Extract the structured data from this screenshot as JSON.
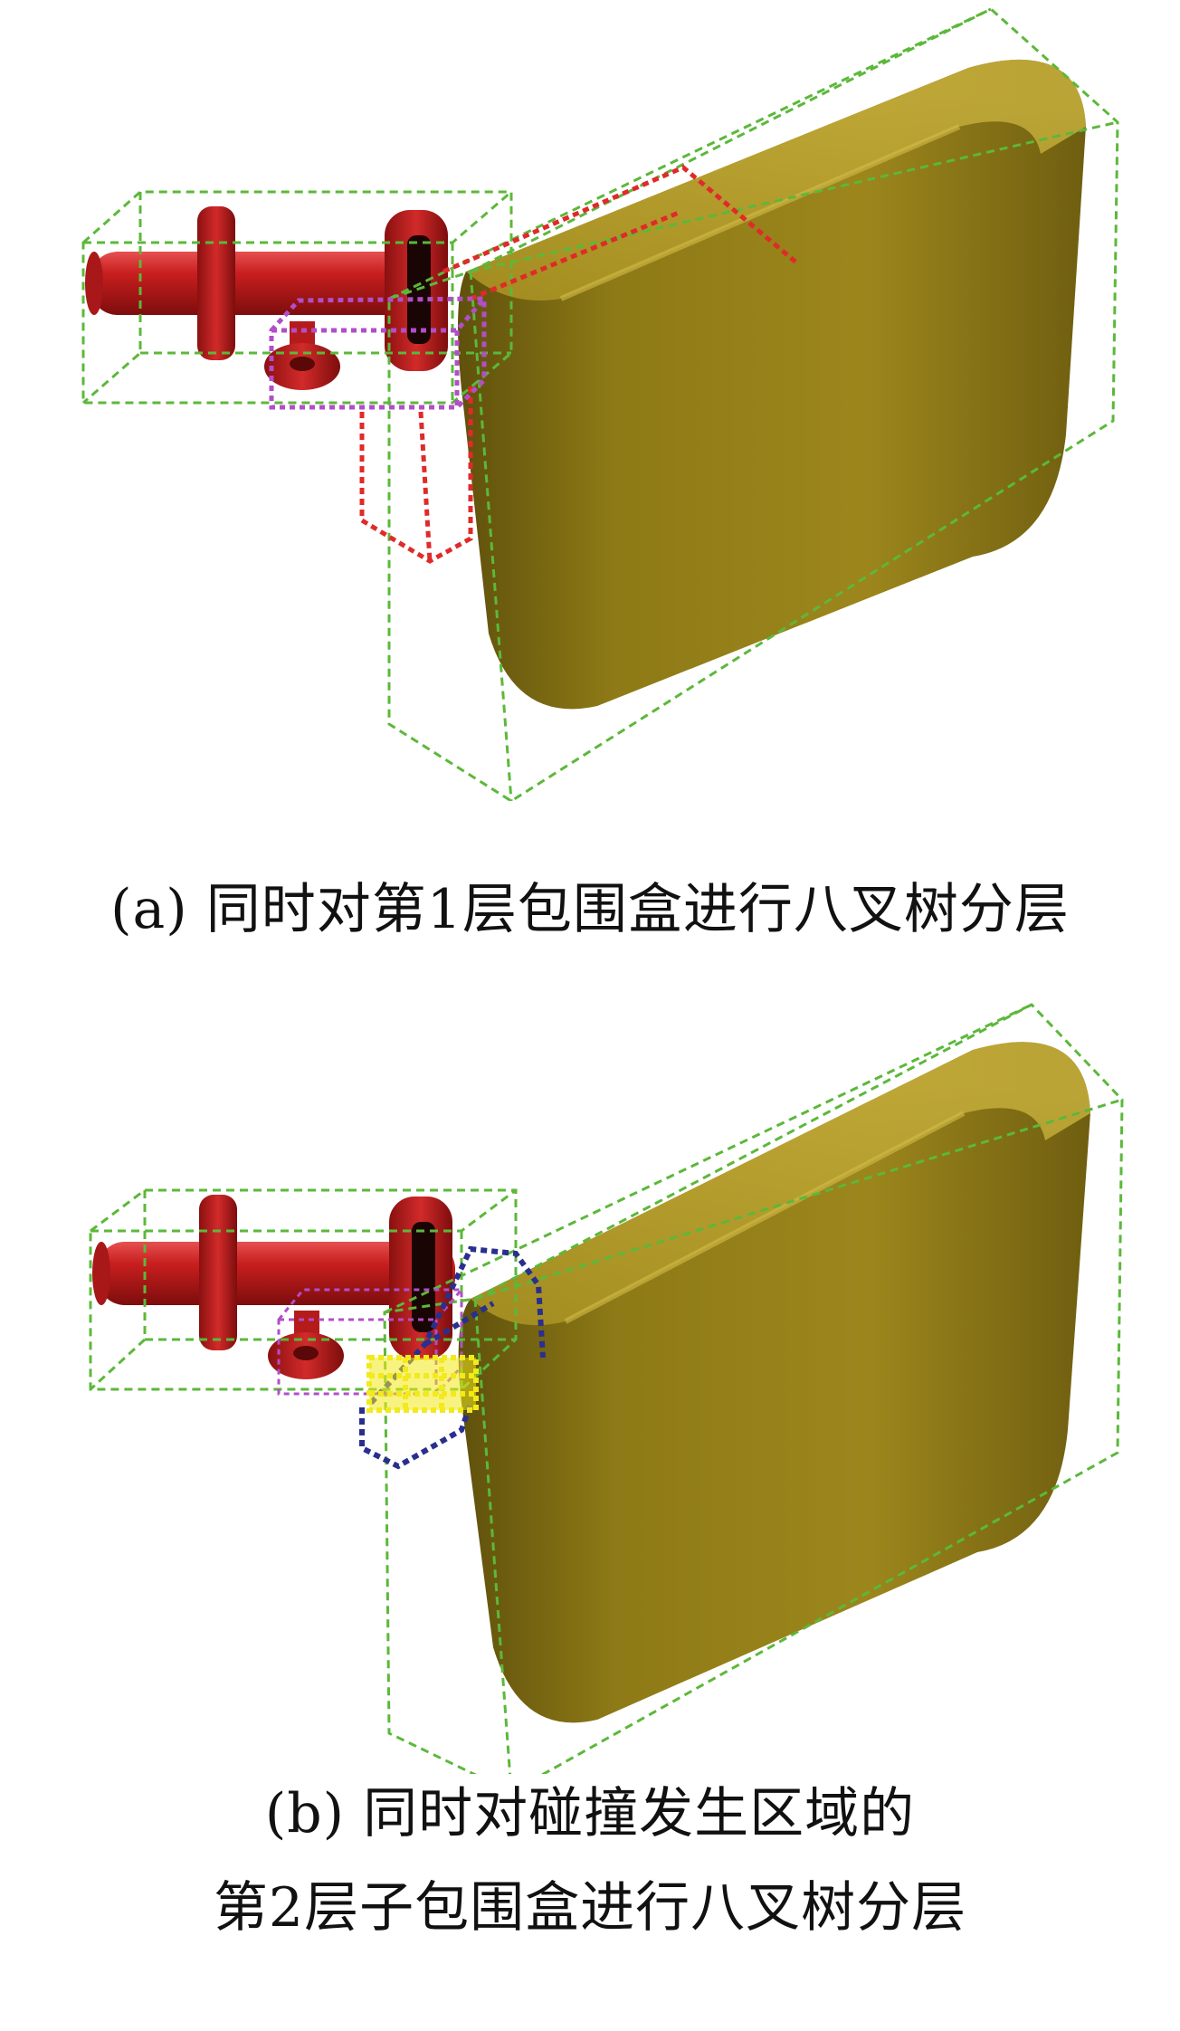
{
  "captions": {
    "a": "(a) 同时对第1层包围盒进行八叉树分层",
    "b_line1": "(b) 同时对碰撞发生区域的",
    "b_line2": "第2层子包围盒进行八叉树分层"
  },
  "colors": {
    "tank_body": "#8e7a16",
    "tank_highlight": "#c2ab3a",
    "tank_shadow": "#5f500c",
    "pipe": "#c81e1e",
    "pipe_dark": "#7d0d0d",
    "level1_box": "#5cb83a",
    "octree_red": "#e02a2a",
    "octree_purple": "#b24ec8",
    "octree_blue": "#2a2f8e",
    "octree_yellow": "#f2ea1a"
  }
}
